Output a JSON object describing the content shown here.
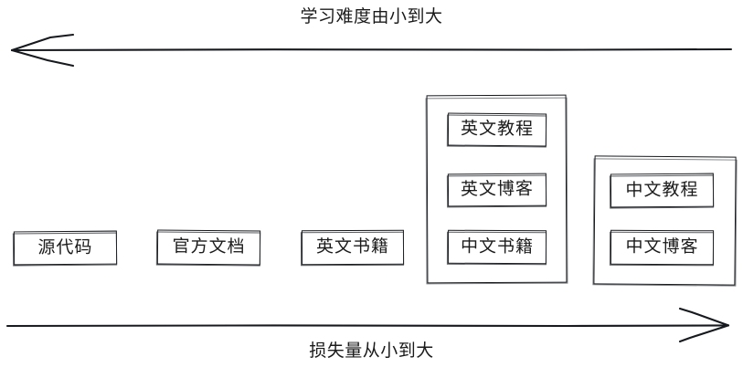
{
  "diagram": {
    "type": "hand-drawn-spectrum-diagram",
    "background_color": "#ffffff",
    "stroke_color": "#16191d",
    "top_axis": {
      "label": "学习难度由小到大",
      "direction": "left",
      "arrow_icon": "arrow-left-icon"
    },
    "bottom_axis": {
      "label": "损失量从小到大",
      "direction": "right",
      "arrow_icon": "arrow-right-icon"
    },
    "columns": [
      {
        "id": "col-1",
        "grouped": false,
        "nodes": [
          {
            "id": "node-source-code",
            "label": "源代码"
          }
        ]
      },
      {
        "id": "col-2",
        "grouped": false,
        "nodes": [
          {
            "id": "node-official-docs",
            "label": "官方文档"
          }
        ]
      },
      {
        "id": "col-3",
        "grouped": false,
        "nodes": [
          {
            "id": "node-english-books",
            "label": "英文书籍"
          }
        ]
      },
      {
        "id": "col-4",
        "grouped": true,
        "nodes": [
          {
            "id": "node-english-tutorials",
            "label": "英文教程"
          },
          {
            "id": "node-english-blogs",
            "label": "英文博客"
          },
          {
            "id": "node-chinese-books",
            "label": "中文书籍"
          }
        ]
      },
      {
        "id": "col-5",
        "grouped": true,
        "nodes": [
          {
            "id": "node-chinese-tutorials",
            "label": "中文教程"
          },
          {
            "id": "node-chinese-blogs",
            "label": "中文博客"
          }
        ]
      }
    ]
  }
}
